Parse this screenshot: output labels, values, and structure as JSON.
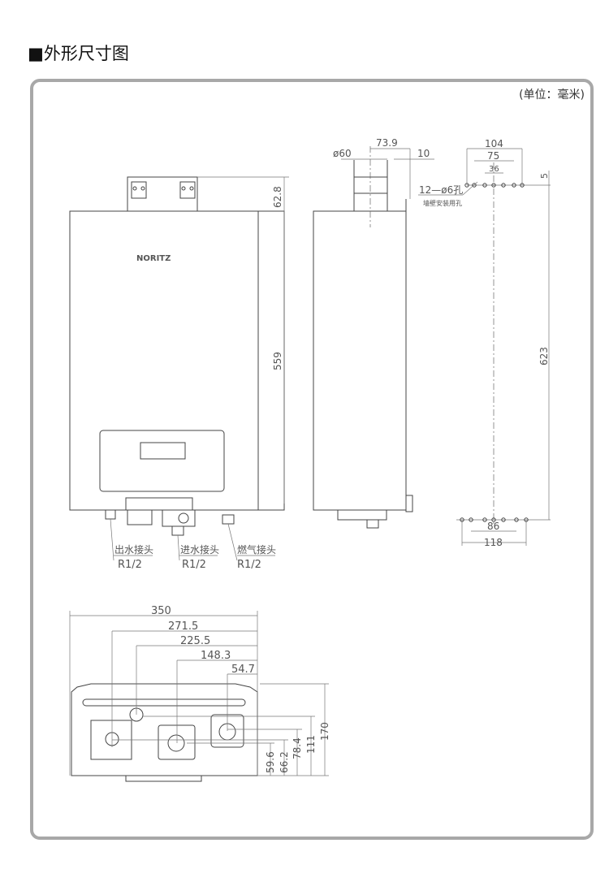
{
  "title": "■外形尺寸图",
  "unit_note": "(单位：毫米)",
  "front_view": {
    "brand": "NORITZ",
    "dim_bracket": "62.8",
    "dim_height": "559",
    "connectors": [
      {
        "name": "出水接头",
        "size": "R1/2"
      },
      {
        "name": "进水接头",
        "size": "R1/2"
      },
      {
        "name": "燃气接头",
        "size": "R1/2"
      }
    ]
  },
  "side_view": {
    "flue_diameter": "ø60",
    "dim_flue_offset": "73.9",
    "dim_gap": "10"
  },
  "wall_holes": {
    "dim_104": "104",
    "dim_75": "75",
    "dim_36": "36",
    "dim_5": "5",
    "dim_623": "623",
    "dim_86": "86",
    "dim_118": "118",
    "hole_note": "12—ø6孔",
    "hole_note2": "墙壁安装用孔"
  },
  "bottom_view": {
    "widths": [
      "350",
      "271.5",
      "225.5",
      "148.3",
      "54.7"
    ],
    "heights": [
      "59.6",
      "66.2",
      "78.4",
      "111",
      "170"
    ]
  }
}
